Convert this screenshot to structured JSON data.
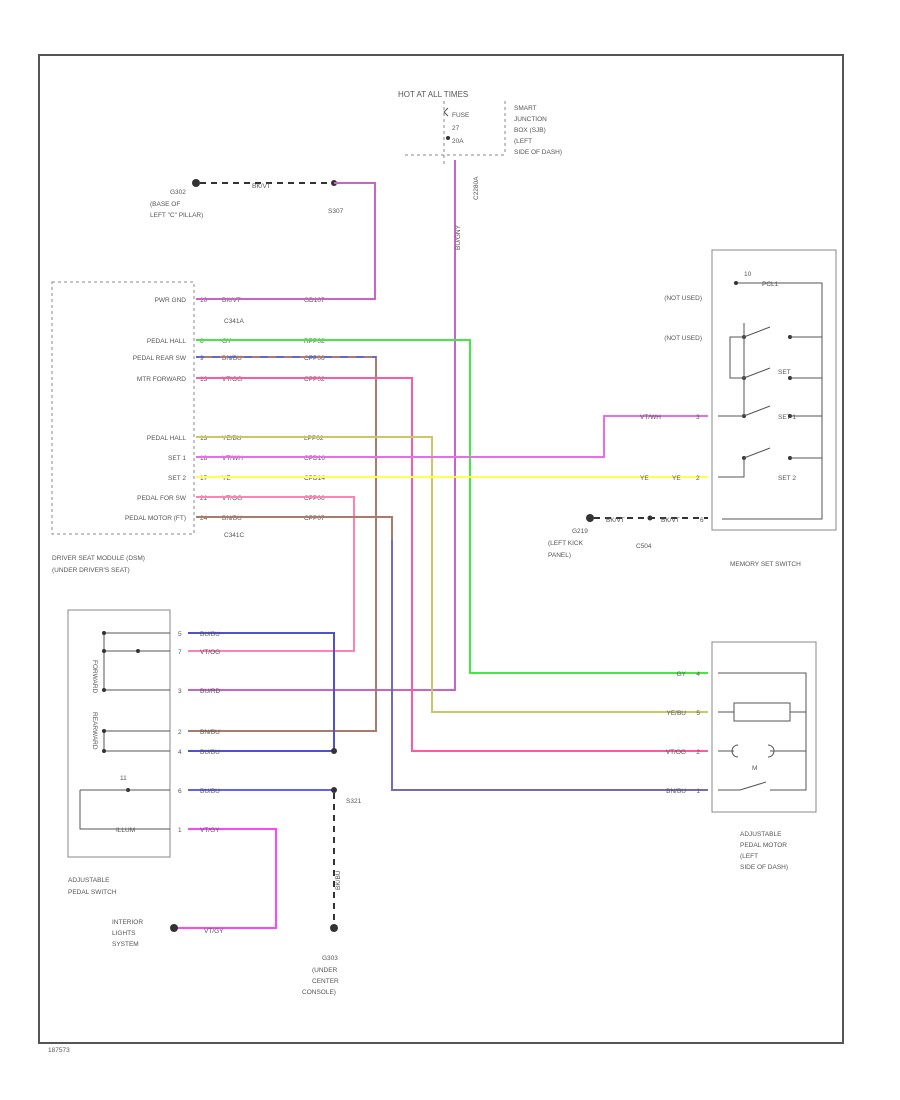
{
  "colors": {
    "violet_black": "#c864c8",
    "gray": "#44e844",
    "brown_blue": "#6666cc",
    "violet_orange": "#ff5aa0",
    "yellow_blue": "#c8c864",
    "violet_white": "#e66ee6",
    "yellow": "#ffff50",
    "violet_red": "#ff82b4",
    "brown_black": "#aa7a6a",
    "blue_black": "#5050d0",
    "blue_red": "#6060ff",
    "violet_gray": "#ff46ff",
    "black": "#333333"
  },
  "top": {
    "hot_label": "HOT AT ALL TIMES",
    "fuse_label": "FUSE",
    "fuse_number": "27",
    "fuse_rating": "20A",
    "sjb_label": "SMART\nJUNCTION\nBOX (SJB)\n(LEFT\nSIDE OF DASH)",
    "connector": "C2280A",
    "wire_label": "BU/GNY"
  },
  "ground_g302": {
    "id": "G302",
    "location": "(BASE OF\nLEFT \"C\" PILLAR)",
    "wire_label": "BK/VT",
    "splice": "S307"
  },
  "dsm": {
    "caption": "DRIVER SEAT MODULE (DSM)\n(UNDER DRIVER'S SEAT)",
    "connector_a": "C341A",
    "connector_c": "C341C",
    "pins": [
      {
        "label": "PWR GND",
        "pin": "10",
        "wire": "BK/VT",
        "code": "GD107"
      },
      {
        "label": "PEDAL HALL",
        "pin": "6",
        "wire": "GY",
        "code": "RPP02"
      },
      {
        "label": "PEDAL REAR SW",
        "pin": "9",
        "wire": "BN/BU",
        "code": "CPP06"
      },
      {
        "label": "MTR FORWARD",
        "pin": "13",
        "wire": "VT/OG",
        "code": "CPP02"
      },
      {
        "label": "PEDAL HALL",
        "pin": "13",
        "wire": "YE/BU",
        "code": "LPP02"
      },
      {
        "label": "SET 1",
        "pin": "18",
        "wire": "VT/WH",
        "code": "CPD16"
      },
      {
        "label": "SET 2",
        "pin": "17",
        "wire": "YE",
        "code": "CPD14"
      },
      {
        "label": "PEDAL FOR SW",
        "pin": "21",
        "wire": "VT/OG",
        "code": "CPP06"
      },
      {
        "label": "PEDAL MOTOR (FT)",
        "pin": "24",
        "wire": "BN/BU",
        "code": "CPP07"
      }
    ]
  },
  "memory_switch": {
    "caption": "MEMORY SET SWITCH",
    "contacts": [
      {
        "label": "(NOT USED)",
        "pin": "",
        "wire": ""
      },
      {
        "label": "(NOT USED)",
        "pin": "",
        "wire": ""
      },
      {
        "label": "SET",
        "pin": "",
        "wire": ""
      },
      {
        "label": "SET 1",
        "pin": "3",
        "wire": "VT/WH"
      },
      {
        "label": "SET 2",
        "pin": "2",
        "wire": "YE"
      }
    ],
    "ground_wire": "BK/VT",
    "ground_pin": "6",
    "ground_id": "G219",
    "ground_location": "(LEFT KICK\nPANEL)",
    "connector": "C504",
    "top_code": "PCL1"
  },
  "pedal_switch": {
    "caption": "ADJUSTABLE\nPEDAL SWITCH",
    "forward_label": "FORWARD",
    "rearward_label": "REARWARD",
    "pins": [
      {
        "pin": "5",
        "wire": "BU/BU"
      },
      {
        "pin": "7",
        "wire": "VT/OG"
      },
      {
        "pin": "3",
        "wire": "BU/RD"
      },
      {
        "pin": "2",
        "wire": "BN/BU"
      },
      {
        "pin": "4",
        "wire": "BU/BU"
      },
      {
        "pin": "6",
        "wire": "BU/BU"
      },
      {
        "pin": "1",
        "wire": "VT/GY"
      }
    ],
    "switch_tag": "11",
    "illum_label": "ILLUM"
  },
  "splice_s321": "S321",
  "ground_g303": {
    "id": "G303",
    "location": "(UNDER\nCENTER\nCONSOLE)",
    "wire_label": "BK/BU"
  },
  "interior": {
    "label": "INTERIOR\nLIGHTS\nSYSTEM",
    "wire": "VT/GY"
  },
  "pedal_motor": {
    "caption": "ADJUSTABLE\nPEDAL MOTOR\n(LEFT\nSIDE OF DASH)",
    "pins": [
      {
        "pin": "4",
        "wire": "GY"
      },
      {
        "pin": "5",
        "wire": "YE/BU"
      },
      {
        "pin": "2",
        "wire": "VT/OG"
      },
      {
        "pin": "1",
        "wire": "BN/BU"
      }
    ],
    "motor_tag": "M"
  },
  "footer": "187573"
}
